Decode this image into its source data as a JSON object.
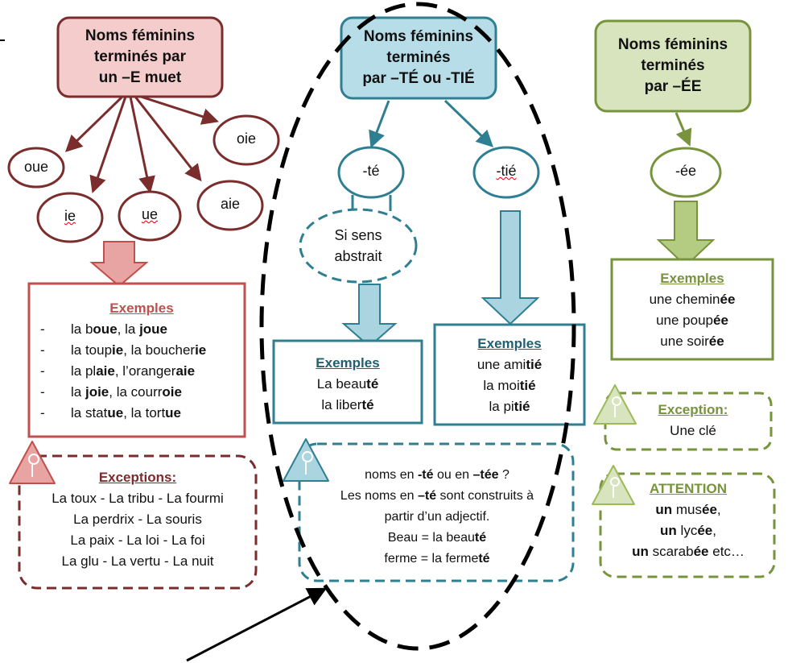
{
  "colors": {
    "red": "#7b2c2c",
    "red_fill": "#f4cccc",
    "red_arrow": "#e8a3a3",
    "blue": "#2f7f93",
    "blue_fill": "#b7dde8",
    "blue_arrow": "#a9d4e0",
    "green": "#77933c",
    "green_fill": "#d7e4bd",
    "green_arrow": "#b3cc82"
  },
  "left": {
    "title_lines": [
      "Noms féminins",
      "terminés par",
      "un –E muet"
    ],
    "endings": [
      "oue",
      "ie",
      "ue",
      "aie",
      "oie"
    ],
    "examples_heading": "Exemples",
    "examples": [
      [
        "la b",
        "oue",
        ", la ",
        "joue",
        ""
      ],
      [
        "la toup",
        "ie",
        ", la boucher",
        "ie",
        ""
      ],
      [
        "la pl",
        "aie",
        ", l’oranger",
        "aie",
        ""
      ],
      [
        "la ",
        "joie",
        ", la courr",
        "oie",
        ""
      ],
      [
        "la stat",
        "ue",
        ", la tort",
        "ue",
        ""
      ]
    ],
    "exceptions_heading": "Exceptions:",
    "exceptions": [
      "La toux - La tribu - La fourmi",
      "La perdrix - La souris",
      "La paix -  La loi - La foi",
      "La glu - La vertu - La nuit"
    ]
  },
  "middle": {
    "title_lines": [
      "Noms féminins",
      "terminés",
      "par –TÉ  ou  -TIÉ"
    ],
    "ending_te": "-té",
    "ending_tie": "-tié",
    "condition_lines": [
      "Si sens",
      "abstrait"
    ],
    "examples_heading": "Exemples",
    "examples_te": [
      [
        "La beau",
        "té"
      ],
      [
        "la liber",
        "té"
      ]
    ],
    "examples_tie": [
      [
        "une ami",
        "tié"
      ],
      [
        "la moi",
        "tié"
      ],
      [
        "la pi",
        "tié"
      ]
    ],
    "note_lines": [
      [
        "noms en ",
        "-té",
        " ou en  ",
        "–tée",
        " ?"
      ],
      [
        "Les noms en ",
        "–té",
        " sont construits à",
        "",
        ""
      ],
      [
        "partir d’un adjectif.",
        "",
        "",
        "",
        ""
      ],
      [
        "Beau = la beau",
        "té",
        "",
        "",
        ""
      ],
      [
        "ferme = la ferme",
        "té",
        "",
        "",
        ""
      ]
    ]
  },
  "right": {
    "title_lines": [
      "Noms féminins",
      "terminés",
      "par –ÉE"
    ],
    "ending": "-ée",
    "examples_heading": "Exemples",
    "examples": [
      [
        "une chemin",
        "ée"
      ],
      [
        "une poup",
        "ée"
      ],
      [
        "une soir",
        "ée"
      ]
    ],
    "exception_heading": "Exception:",
    "exception_text": "Une clé",
    "attention_heading": "ATTENTION",
    "attention": [
      [
        "un",
        " mus",
        "ée",
        ","
      ],
      [
        "un",
        " lyc",
        "ée",
        ","
      ],
      [
        "un",
        " scarab",
        "ée",
        " etc…"
      ]
    ]
  }
}
